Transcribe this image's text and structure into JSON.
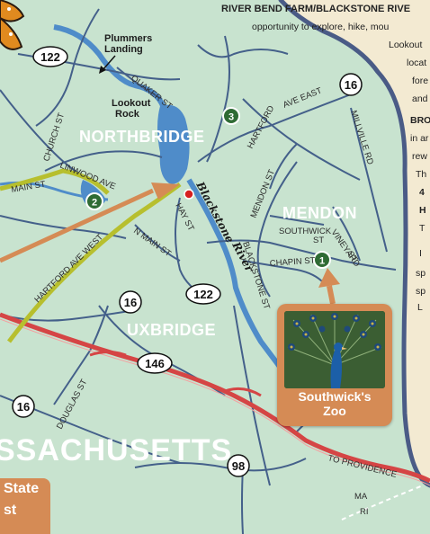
{
  "header": {
    "title": "RIVER BEND FARM/BLACKSTONE RIVE",
    "lines": [
      "opportunity to explore, hike, mou",
      "Lookout",
      "locat",
      "fore",
      "and"
    ]
  },
  "sidebar_text": {
    "lines": [
      "BRO",
      "in ar",
      "rew",
      "Th",
      "4",
      "H",
      "T",
      "I",
      "sp",
      "sp",
      "L"
    ]
  },
  "towns": {
    "northbridge": "NORTHBRIDGE",
    "mendon": "MENDON",
    "uxbridge": "UXBRIDGE"
  },
  "state": "SSACHUSETTS",
  "places": {
    "plummers_landing": [
      "Plummers",
      "Landing"
    ],
    "lookout_rock": [
      "Lookout",
      "Rock"
    ]
  },
  "river": {
    "name_1": "Blackstone",
    "name_2": "River"
  },
  "streets": {
    "quaker": "QUAKER ST",
    "church": "CHURCH ST",
    "linwood": "LINWOOD AVE",
    "main": "MAIN ST",
    "hartford_west": "HARTFORD AVE WEST",
    "n_main": "N MAIN ST",
    "hay": "HAY ST",
    "mendon": "MENDON ST",
    "hartford": "HARTFORD",
    "hartford_ave_east": "AVE EAST",
    "millville": "MILLVILLE RD",
    "blackstone": "BLACKSTONE ST",
    "southwick": [
      "SOUTHWICK",
      "ST"
    ],
    "vineyard": [
      "VINEYARD",
      "ST"
    ],
    "chapin": "CHAPIN ST",
    "douglas": "DOUGLAS ST",
    "to_providence": "TO PROVIDENCE"
  },
  "routes": [
    "122",
    "16",
    "122",
    "16",
    "146",
    "16",
    "98"
  ],
  "markers": [
    "1",
    "2",
    "3"
  ],
  "state_line": [
    "MA",
    "RI"
  ],
  "zoo": {
    "label_1": "Southwick's",
    "label_2": "Zoo"
  },
  "state_park": {
    "line_1": "State",
    "line_2": "st"
  },
  "colors": {
    "land": "#c8e3cf",
    "water": "#4f8cc9",
    "road": "#44608a",
    "highway": "#d54545",
    "border": "#4a5b86",
    "trail": "#b7bf2e",
    "accent": "#d58b55",
    "marker": "#2f6b34"
  }
}
